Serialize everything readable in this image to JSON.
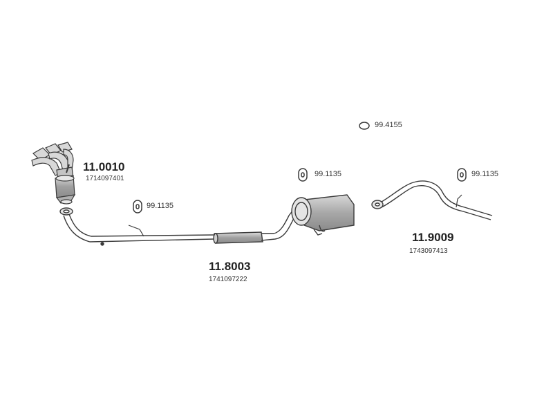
{
  "parts": {
    "manifold_cat": {
      "part_no": "11.0010",
      "oem": "1714097401"
    },
    "middle_pipe": {
      "part_no": "11.8003",
      "oem": "1741097222"
    },
    "tail_pipe": {
      "part_no": "11.9009",
      "oem": "1743097413"
    }
  },
  "fittings": {
    "gasket_ring": {
      "part_no": "99.4155",
      "icon": "ring-gasket-icon"
    },
    "hanger_front": {
      "part_no": "99.1135",
      "icon": "rubber-hanger-icon"
    },
    "hanger_middle": {
      "part_no": "99.1135",
      "icon": "rubber-hanger-icon"
    },
    "hanger_rear": {
      "part_no": "99.1135",
      "icon": "rubber-hanger-icon"
    }
  },
  "colors": {
    "line": "#3a3a3a",
    "shade": "#9a9a9a",
    "fill": "#cfcfcf"
  }
}
